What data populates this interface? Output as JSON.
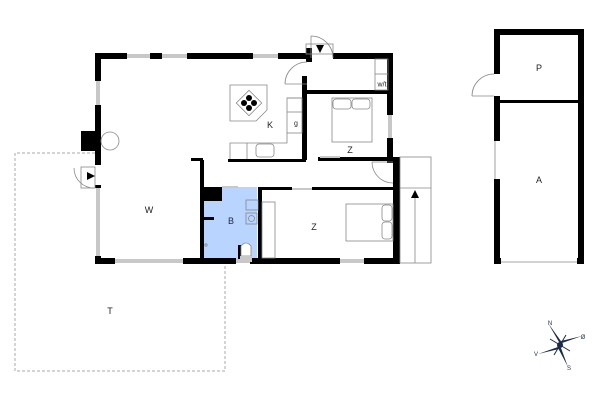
{
  "floorplan": {
    "colors": {
      "wall": "#000000",
      "window": "#c8c8c8",
      "bathroom_fill": "#b8d4ff",
      "fixture_line": "#888888",
      "terrace_dash": "#aaaaaa",
      "compass": "#1a2a4a"
    },
    "rooms": [
      {
        "id": "living",
        "label": "W"
      },
      {
        "id": "kitchen",
        "label": "K"
      },
      {
        "id": "fridge",
        "label": "g"
      },
      {
        "id": "toilet-cabinet",
        "label": "w/t"
      },
      {
        "id": "bedroom-1",
        "label": "Z"
      },
      {
        "id": "bedroom-2",
        "label": "Z"
      },
      {
        "id": "bathroom",
        "label": "B"
      },
      {
        "id": "terrace",
        "label": "T"
      },
      {
        "id": "annex-p",
        "label": "P"
      },
      {
        "id": "annex-a",
        "label": "A"
      }
    ],
    "compass": {
      "north": "N",
      "east": "Ø",
      "south": "S",
      "west": "V"
    }
  }
}
